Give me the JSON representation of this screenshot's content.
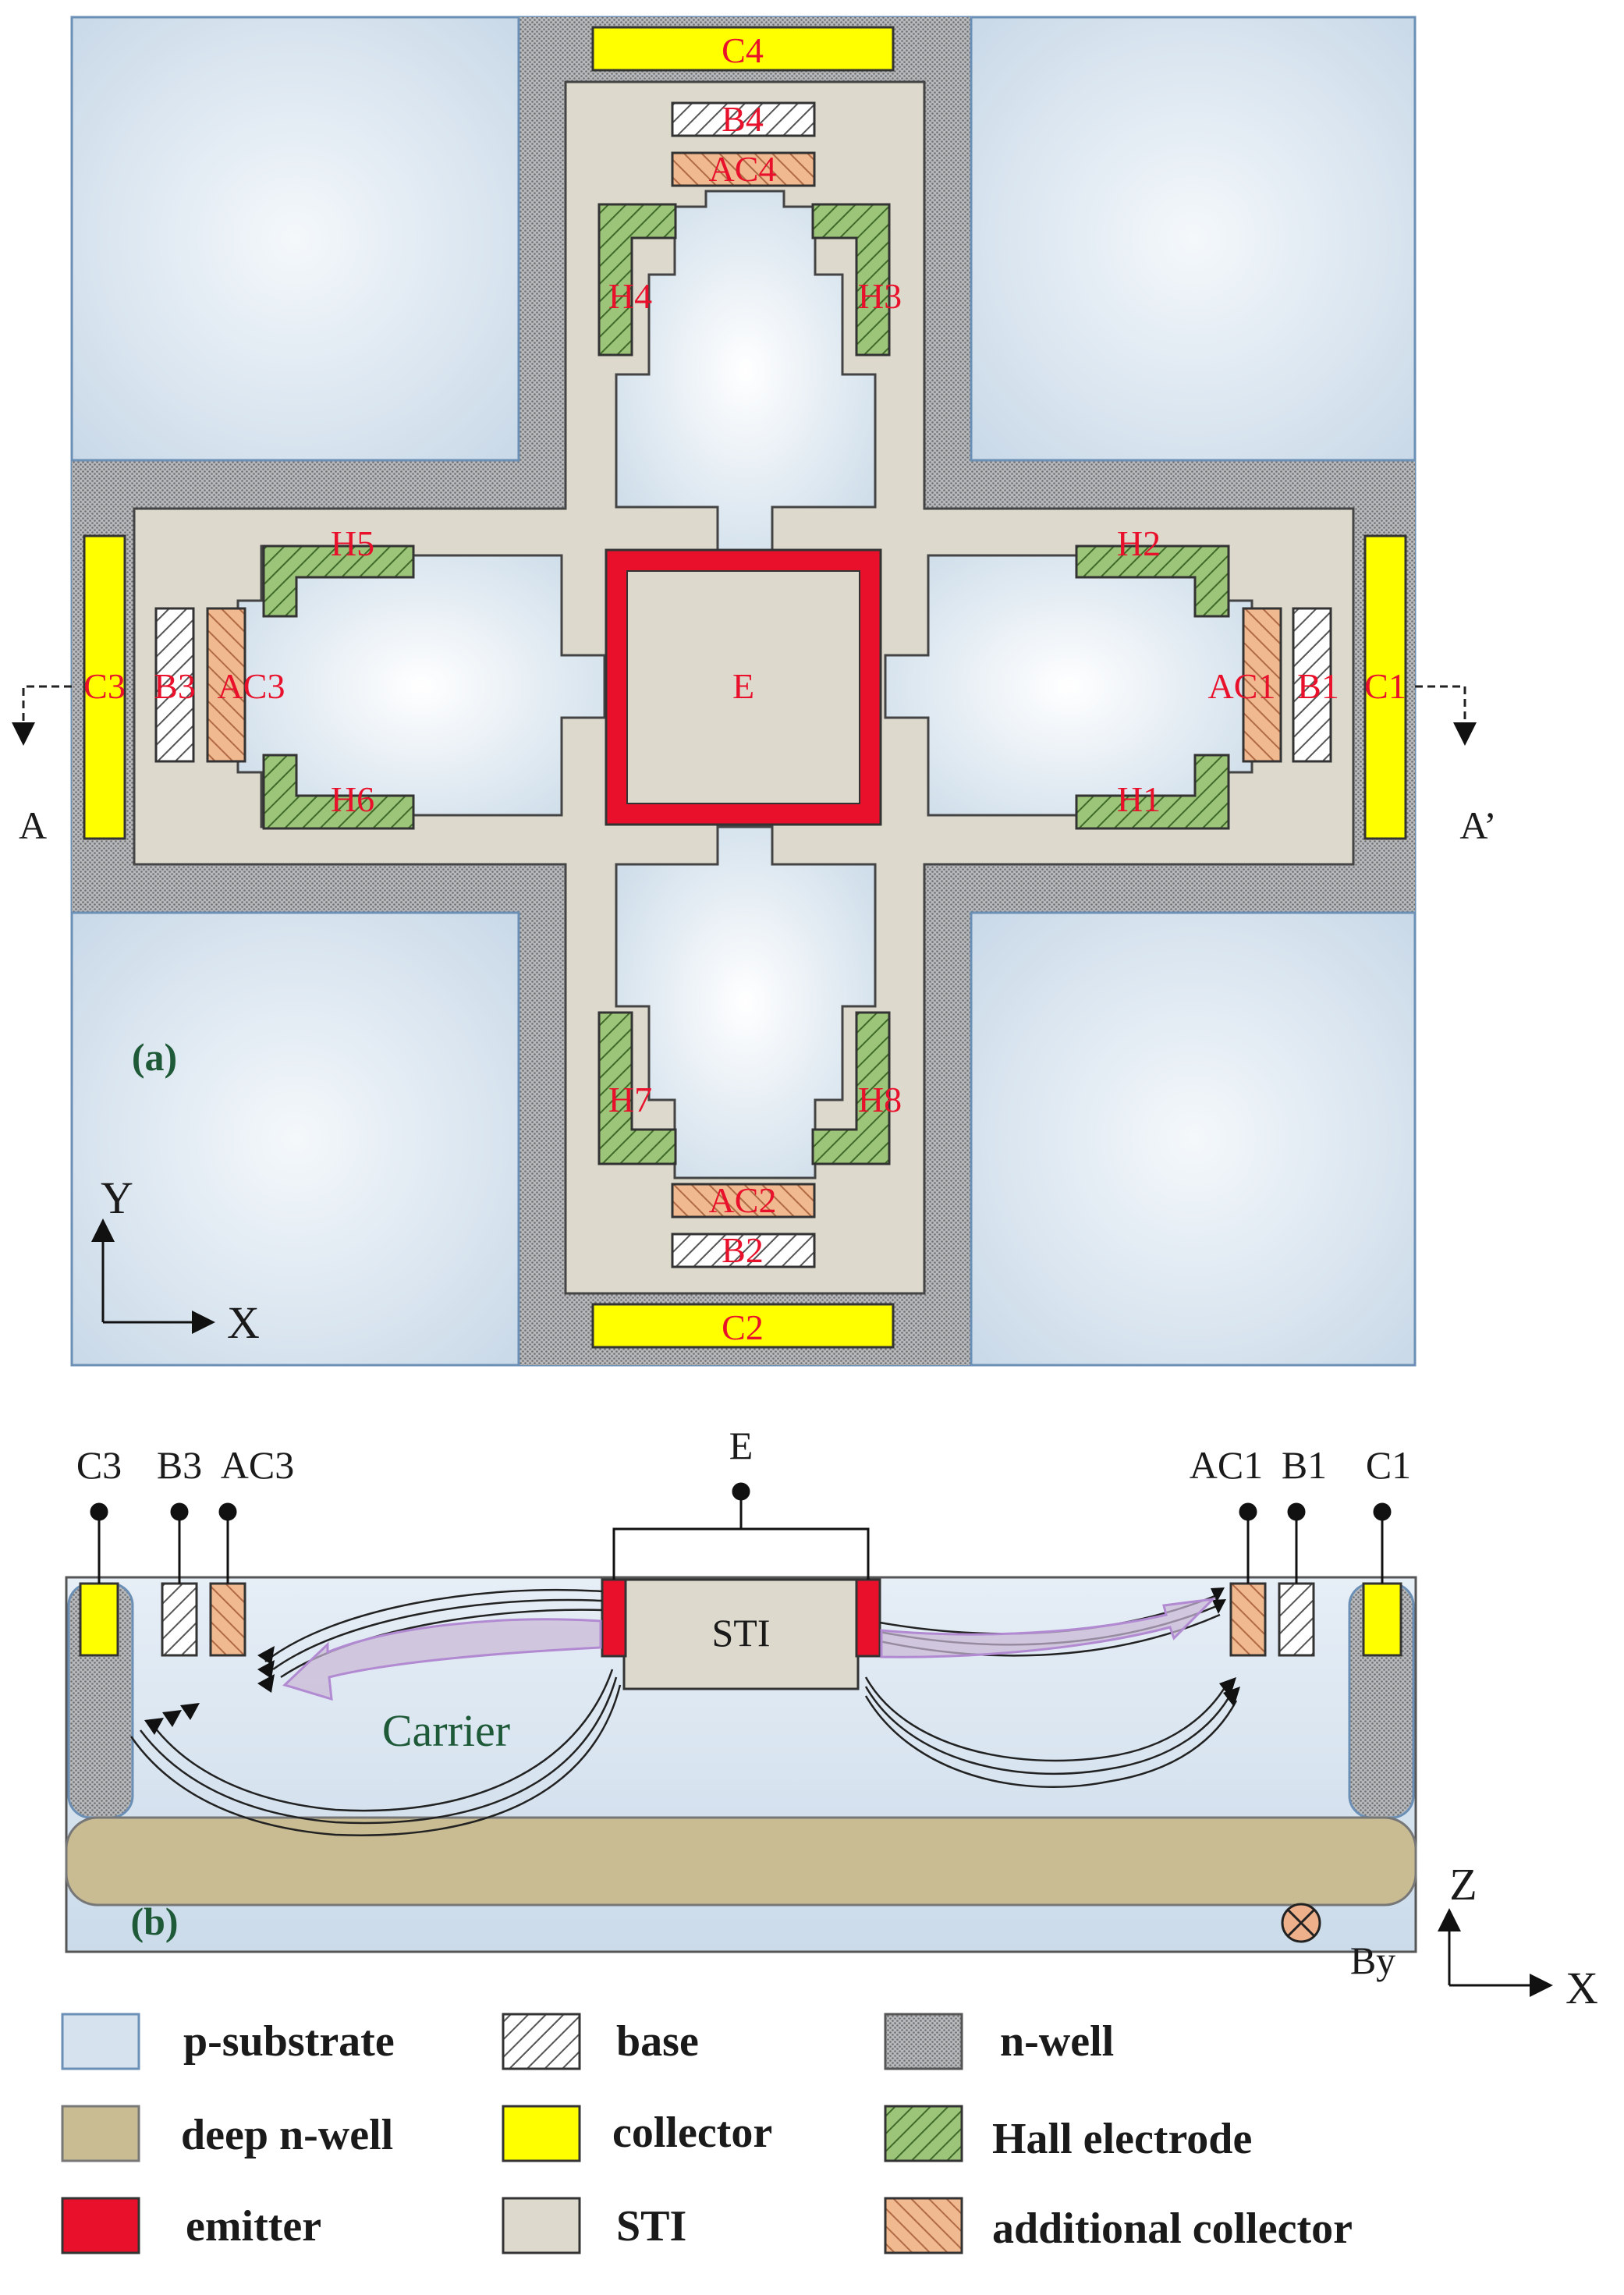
{
  "colors": {
    "p_substrate": "#d6e3ef",
    "deep_n_well": "#c9bc92",
    "n_well": "#9fa0a2",
    "sti": "#ddd9cd",
    "collector": "#ffff00",
    "emitter": "#e8102a",
    "hall": "#8cc06a",
    "additional_collector": "#eeb08a",
    "base": "#ffffff",
    "label_red": "#e8102a",
    "label_green": "#1f5a38"
  },
  "panel_a": {
    "tag": "(a)",
    "emitter": "E",
    "collectors": {
      "c1": "C1",
      "c2": "C2",
      "c3": "C3",
      "c4": "C4"
    },
    "bases": {
      "b1": "B1",
      "b2": "B2",
      "b3": "B3",
      "b4": "B4"
    },
    "additional_collectors": {
      "ac1": "AC1",
      "ac2": "AC2",
      "ac3": "AC3",
      "ac4": "AC4"
    },
    "hall": {
      "h1": "H1",
      "h2": "H2",
      "h3": "H3",
      "h4": "H4",
      "h5": "H5",
      "h6": "H6",
      "h7": "H7",
      "h8": "H8"
    },
    "section_left": "A",
    "section_right": "A’",
    "axis_y": "Y",
    "axis_x": "X"
  },
  "panel_b": {
    "tag": "(b)",
    "terminals": {
      "c3": "C3",
      "b3": "B3",
      "ac3": "AC3",
      "e": "E",
      "ac1": "AC1",
      "b1": "B1",
      "c1": "C1"
    },
    "sti": "STI",
    "carrier": "Carrier",
    "field": "By",
    "axis_z": "Z",
    "axis_x": "X"
  },
  "legend": [
    {
      "label": "p-substrate",
      "swatch": "psub"
    },
    {
      "label": "base",
      "swatch": "base"
    },
    {
      "label": "n-well",
      "swatch": "nwell"
    },
    {
      "label": "deep n-well",
      "swatch": "dnw"
    },
    {
      "label": "collector",
      "swatch": "coll"
    },
    {
      "label": "Hall electrode",
      "swatch": "hall"
    },
    {
      "label": "emitter",
      "swatch": "emit"
    },
    {
      "label": "STI",
      "swatch": "sti"
    },
    {
      "label": "additional collector",
      "swatch": "addc"
    }
  ]
}
